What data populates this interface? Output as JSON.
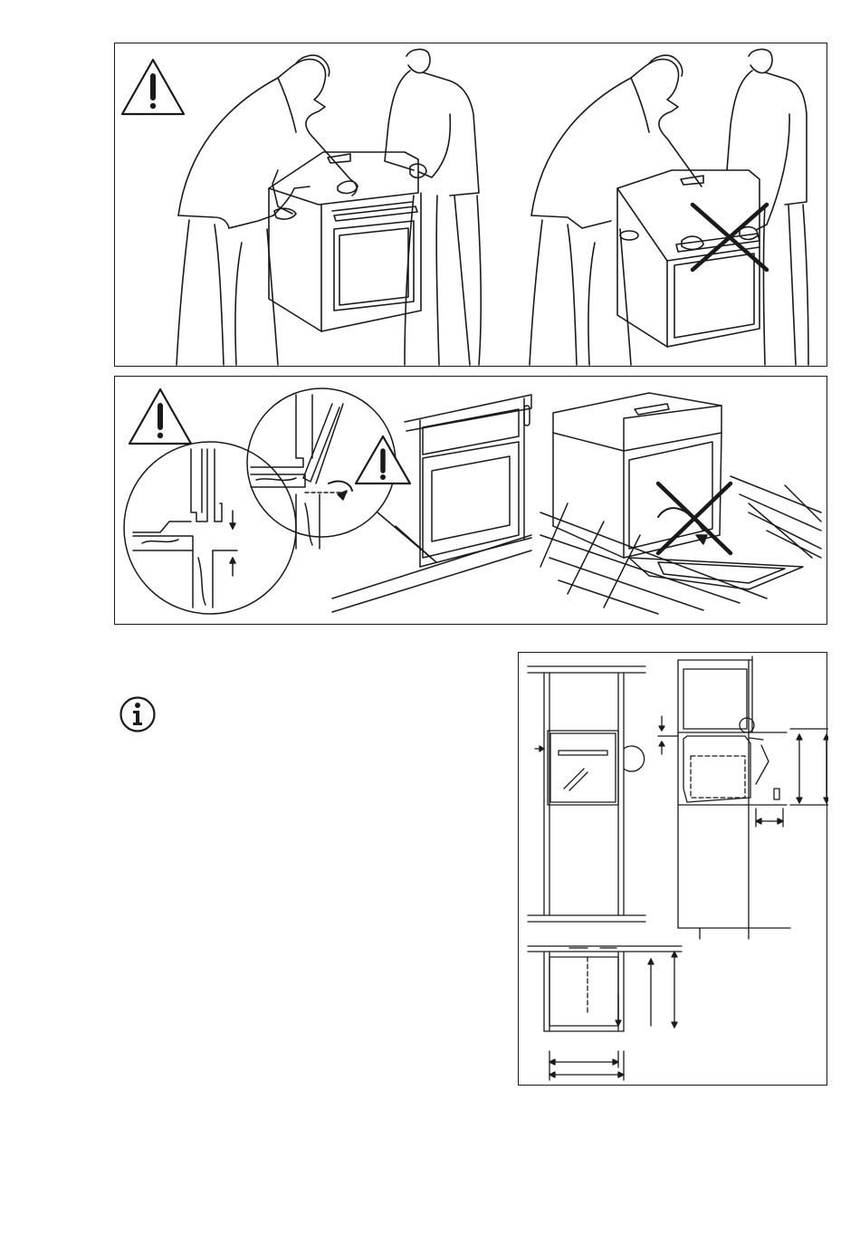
{
  "page": {
    "panels": [
      {
        "id": "lift",
        "icon": "warning-icon",
        "note": "",
        "incorrect_mark": "cross-icon"
      },
      {
        "id": "install",
        "icon": "warning-icon",
        "incorrect_mark": "cross-icon"
      },
      {
        "id": "dimensions",
        "icon": "info-icon"
      }
    ]
  },
  "colors": {
    "line": "#1a1a1a",
    "background": "#ffffff"
  }
}
